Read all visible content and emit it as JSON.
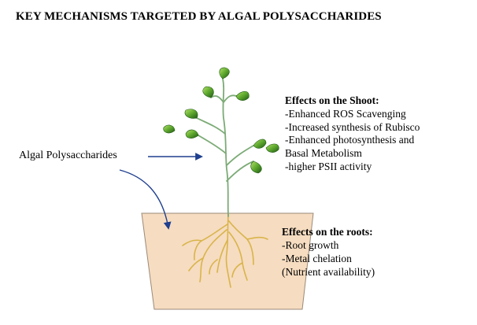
{
  "title": "KEY MECHANISMS TARGETED BY ALGAL POLYSACCHARIDES",
  "algal_label": "Algal Polysaccharides",
  "shoot": {
    "heading": "Effects on the Shoot:",
    "items": [
      "-Enhanced ROS Scavenging",
      "-Increased synthesis of Rubisco",
      "-Enhanced photosynthesis and",
      "Basal Metabolism",
      "-higher PSII activity"
    ]
  },
  "roots": {
    "heading": "Effects on the roots:",
    "items": [
      "-Root growth",
      "-Metal chelation",
      "(Nutrient availability)"
    ]
  },
  "colors": {
    "pot": "#f6dcc0",
    "pot_border": "#9b8a78",
    "leaf_dark": "#2e6b1f",
    "leaf_light": "#8cc63f",
    "stem": "#7cab76",
    "root": "#d9b44a",
    "arrow": "#1f3f8f"
  }
}
